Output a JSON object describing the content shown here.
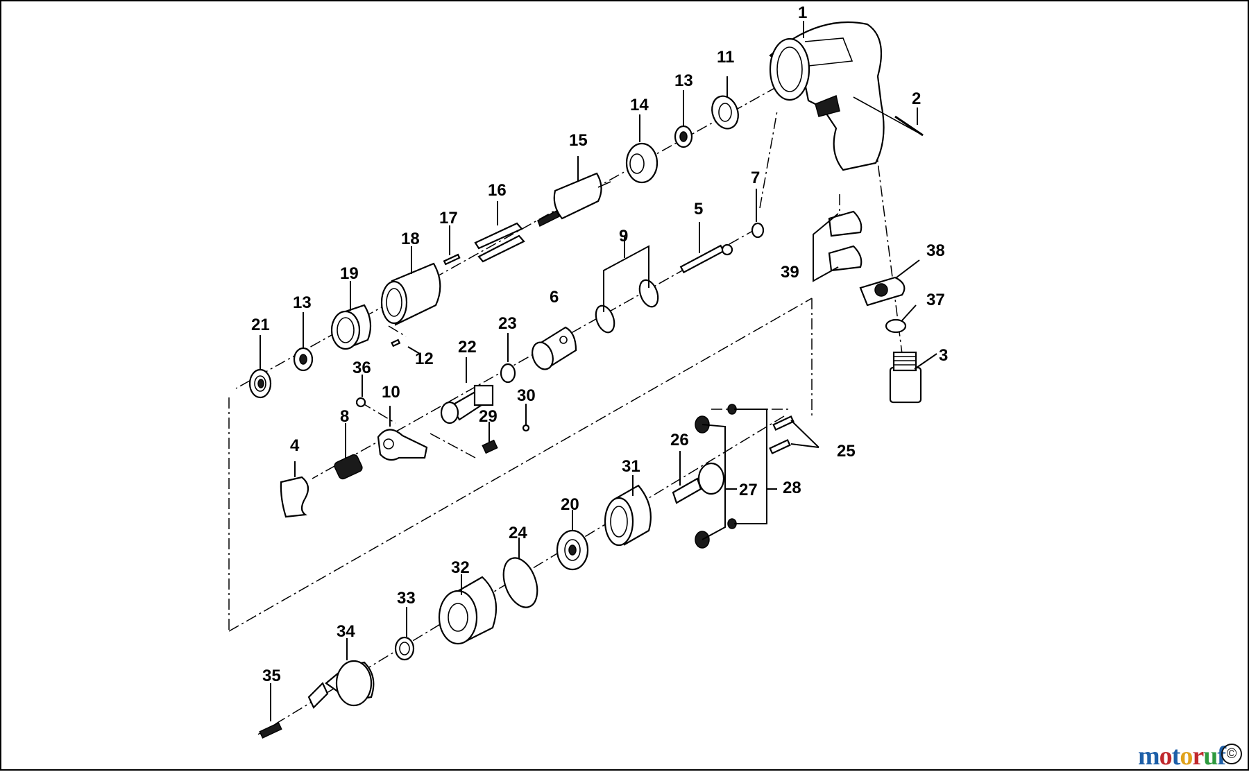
{
  "labels": {
    "p1": "1",
    "p2": "2",
    "p3": "3",
    "p4": "4",
    "p5": "5",
    "p6": "6",
    "p7": "7",
    "p8": "8",
    "p9": "9",
    "p10": "10",
    "p11": "11",
    "p12": "12",
    "p13a": "13",
    "p13b": "13",
    "p14": "14",
    "p15": "15",
    "p16": "16",
    "p17": "17",
    "p18": "18",
    "p19": "19",
    "p20": "20",
    "p21": "21",
    "p22": "22",
    "p23": "23",
    "p24": "24",
    "p25": "25",
    "p26": "26",
    "p27": "27",
    "p28": "28",
    "p29": "29",
    "p30": "30",
    "p31": "31",
    "p32": "32",
    "p33": "33",
    "p34": "34",
    "p35": "35",
    "p36": "36",
    "p37": "37",
    "p38": "38",
    "p39": "39"
  },
  "logo": {
    "letters": [
      "m",
      "o",
      "t",
      "o",
      "r",
      "u",
      "f"
    ],
    "colors": [
      "#1d5fa8",
      "#c0282d",
      "#1d5fa8",
      "#e0a21b",
      "#c0282d",
      "#2f9a3f",
      "#1d5fa8"
    ]
  },
  "copyright_symbol": "©",
  "icons": {
    "copyright": "copyright-icon"
  }
}
